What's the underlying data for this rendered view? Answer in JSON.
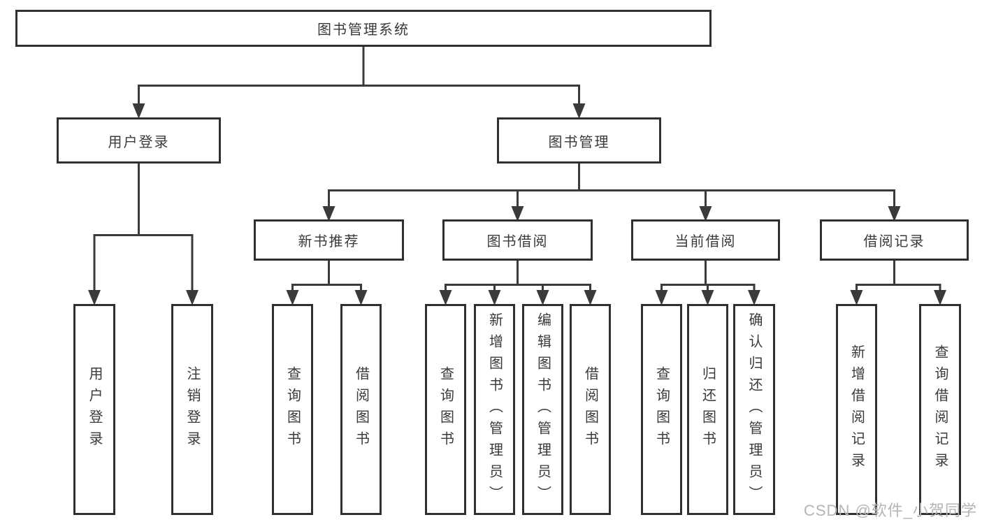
{
  "title": "图书管理系统",
  "watermark": "CSDN @软件_小贺同学",
  "colors": {
    "line": "#3a3a3a",
    "box_border": "#2f2f2f",
    "text": "#3a3a3a",
    "watermark": "#b5b5b5",
    "background": "#ffffff"
  },
  "tree": {
    "root": "图书管理系统",
    "user_login": {
      "label": "用户登录",
      "leaves": [
        "用户登录",
        "注销登录"
      ]
    },
    "book_mgmt": {
      "label": "图书管理",
      "sections": {
        "new_book_rec": {
          "label": "新书推荐",
          "leaves": [
            "查询图书",
            "借阅图书"
          ]
        },
        "book_borrow": {
          "label": "图书借阅",
          "leaves": [
            "查询图书",
            "新增图书（管理员）",
            "编辑图书（管理员）",
            "借阅图书"
          ]
        },
        "current_borrow": {
          "label": "当前借阅",
          "leaves": [
            "查询图书",
            "归还图书",
            "确认归还（管理员）"
          ]
        },
        "borrow_records": {
          "label": "借阅记录",
          "leaves": [
            "新增借阅记录",
            "查询借阅记录"
          ]
        }
      }
    }
  }
}
